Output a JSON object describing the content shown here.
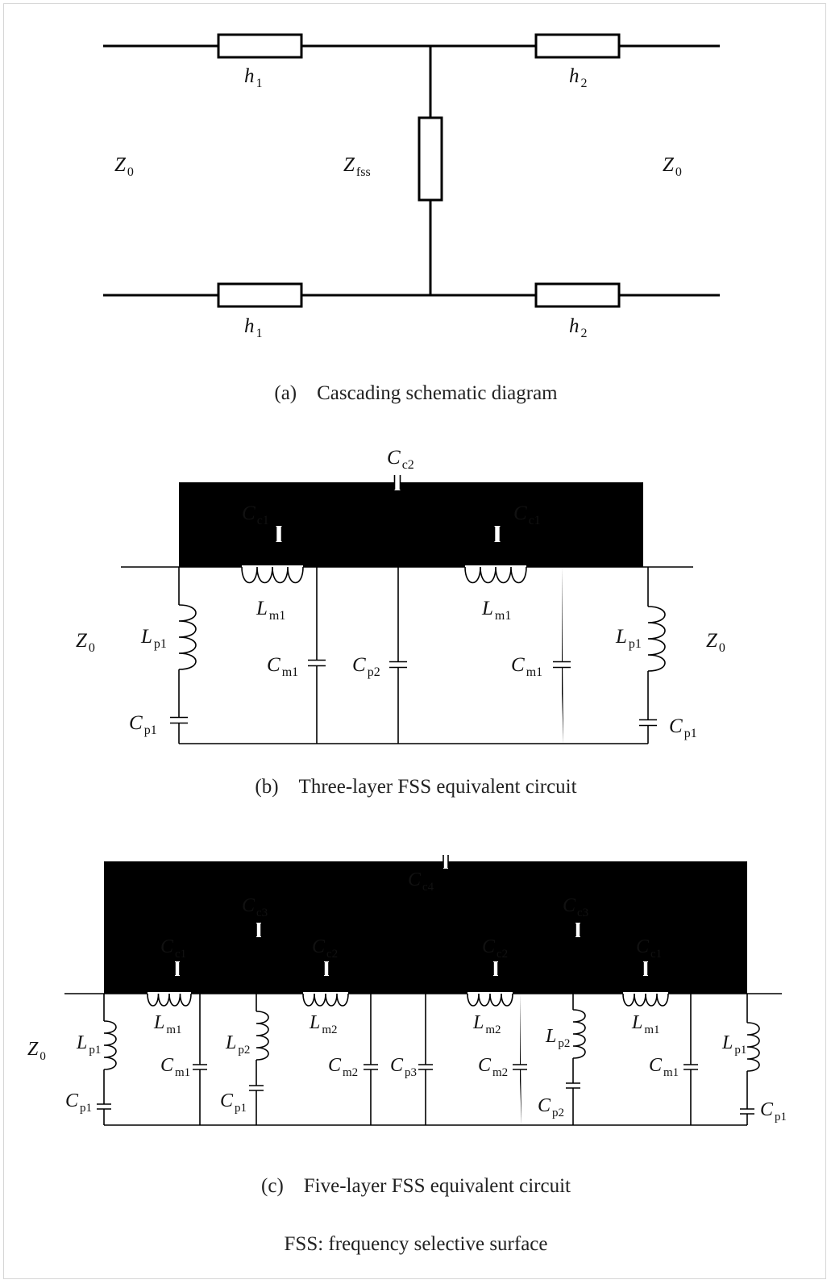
{
  "panel_a": {
    "caption": "(a) Cascading schematic diagram",
    "labels": {
      "h1_top": {
        "main": "h",
        "sub": "1"
      },
      "h2_top": {
        "main": "h",
        "sub": "2"
      },
      "h1_bottom": {
        "main": "h",
        "sub": "1"
      },
      "h2_bottom": {
        "main": "h",
        "sub": "2"
      },
      "z0_left": {
        "main": "Z",
        "sub": "0"
      },
      "zfss": {
        "main": "Z",
        "sub": "fss"
      },
      "z0_right": {
        "main": "Z",
        "sub": "0"
      }
    }
  },
  "panel_b": {
    "caption": "(b) Three-layer FSS equivalent circuit",
    "labels": {
      "cc2": {
        "main": "C",
        "sub": "c2"
      },
      "cc1_left": {
        "main": "C",
        "sub": "c1"
      },
      "cc1_right": {
        "main": "C",
        "sub": "c1"
      },
      "lm1_left": {
        "main": "L",
        "sub": "m1"
      },
      "lm1_right": {
        "main": "L",
        "sub": "m1"
      },
      "z0_left": {
        "main": "Z",
        "sub": "0"
      },
      "z0_right": {
        "main": "Z",
        "sub": "0"
      },
      "lp1_left": {
        "main": "L",
        "sub": "p1"
      },
      "lp1_right": {
        "main": "L",
        "sub": "p1"
      },
      "cm1_left": {
        "main": "C",
        "sub": "m1"
      },
      "cp2": {
        "main": "C",
        "sub": "p2"
      },
      "cm1_right": {
        "main": "C",
        "sub": "m1"
      },
      "cp1_left": {
        "main": "C",
        "sub": "p1"
      },
      "cp1_right": {
        "main": "C",
        "sub": "p1"
      }
    }
  },
  "panel_c": {
    "caption": "(c) Five-layer FSS equivalent circuit",
    "labels": {
      "cc4": {
        "main": "C",
        "sub": "c4"
      },
      "cc3_left": {
        "main": "C",
        "sub": "c3"
      },
      "cc3_right": {
        "main": "C",
        "sub": "c3"
      },
      "cc1_a": {
        "main": "C",
        "sub": "c1"
      },
      "cc2_a": {
        "main": "C",
        "sub": "c2"
      },
      "cc2_b": {
        "main": "C",
        "sub": "c2"
      },
      "cc1_b": {
        "main": "C",
        "sub": "c1"
      },
      "lm1_a": {
        "main": "L",
        "sub": "m1"
      },
      "lm2_a": {
        "main": "L",
        "sub": "m2"
      },
      "lm2_b": {
        "main": "L",
        "sub": "m2"
      },
      "lm1_b": {
        "main": "L",
        "sub": "m1"
      },
      "z0": {
        "main": "Z",
        "sub": "0"
      },
      "lp1_a": {
        "main": "L",
        "sub": "p1"
      },
      "cm1_a": {
        "main": "C",
        "sub": "m1"
      },
      "lp2_a": {
        "main": "L",
        "sub": "p2"
      },
      "cm2_a": {
        "main": "C",
        "sub": "m2"
      },
      "cp3": {
        "main": "C",
        "sub": "p3"
      },
      "cm2_b": {
        "main": "C",
        "sub": "m2"
      },
      "lp2_b": {
        "main": "L",
        "sub": "p2"
      },
      "cm1_b": {
        "main": "C",
        "sub": "m1"
      },
      "lp1_b": {
        "main": "L",
        "sub": "p1"
      },
      "cp1_a": {
        "main": "C",
        "sub": "p1"
      },
      "cp1_b": {
        "main": "C",
        "sub": "p1"
      },
      "cp2": {
        "main": "C",
        "sub": "p2"
      },
      "cp1_c": {
        "main": "C",
        "sub": "p1"
      }
    }
  },
  "footnote": "FSS: frequency selective surface"
}
